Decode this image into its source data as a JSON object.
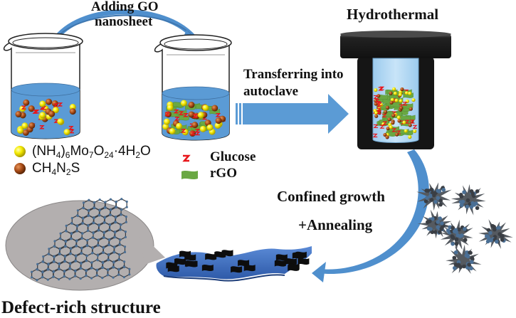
{
  "diagram": {
    "title": "Synthesis schematic of defect-rich structure via confined growth",
    "steps": {
      "adding_go": {
        "line1": "Adding GO",
        "line2": "nanosheet"
      },
      "transfer": {
        "line1": "Transferring into",
        "line2": "autoclave"
      },
      "hydrothermal": "Hydrothermal",
      "confined": {
        "line1": "Confined growth",
        "line2": "+Annealing"
      },
      "result": "Defect-rich structure"
    },
    "legend": {
      "items": [
        {
          "key": "molybdate",
          "label_parts": [
            "(NH",
            "4",
            ")",
            "6",
            "Mo",
            "7",
            "O",
            "24",
            "·4H",
            "2",
            "O"
          ],
          "label": "(NH4)6Mo7O24·4H2O",
          "color": "#f2e600"
        },
        {
          "key": "thiourea",
          "label_parts": [
            "CH",
            "4",
            "N",
            "2",
            "S"
          ],
          "label": "CH4N2S",
          "color": "#b5551a"
        },
        {
          "key": "glucose",
          "label": "Glucose",
          "color": "#e8161b"
        },
        {
          "key": "rgo",
          "label": "rGO",
          "color": "#6aa843"
        }
      ]
    },
    "colors": {
      "arrow": "#4f8fcd",
      "arrow_dark": "#3f77b0",
      "solution": "#5b9bd5",
      "autoclave": "#1c1c1c",
      "liner": "#b7d9f2",
      "bubble": "#b3afaf",
      "sheet": "#4472c4",
      "nanoflower": "#555a60"
    }
  }
}
